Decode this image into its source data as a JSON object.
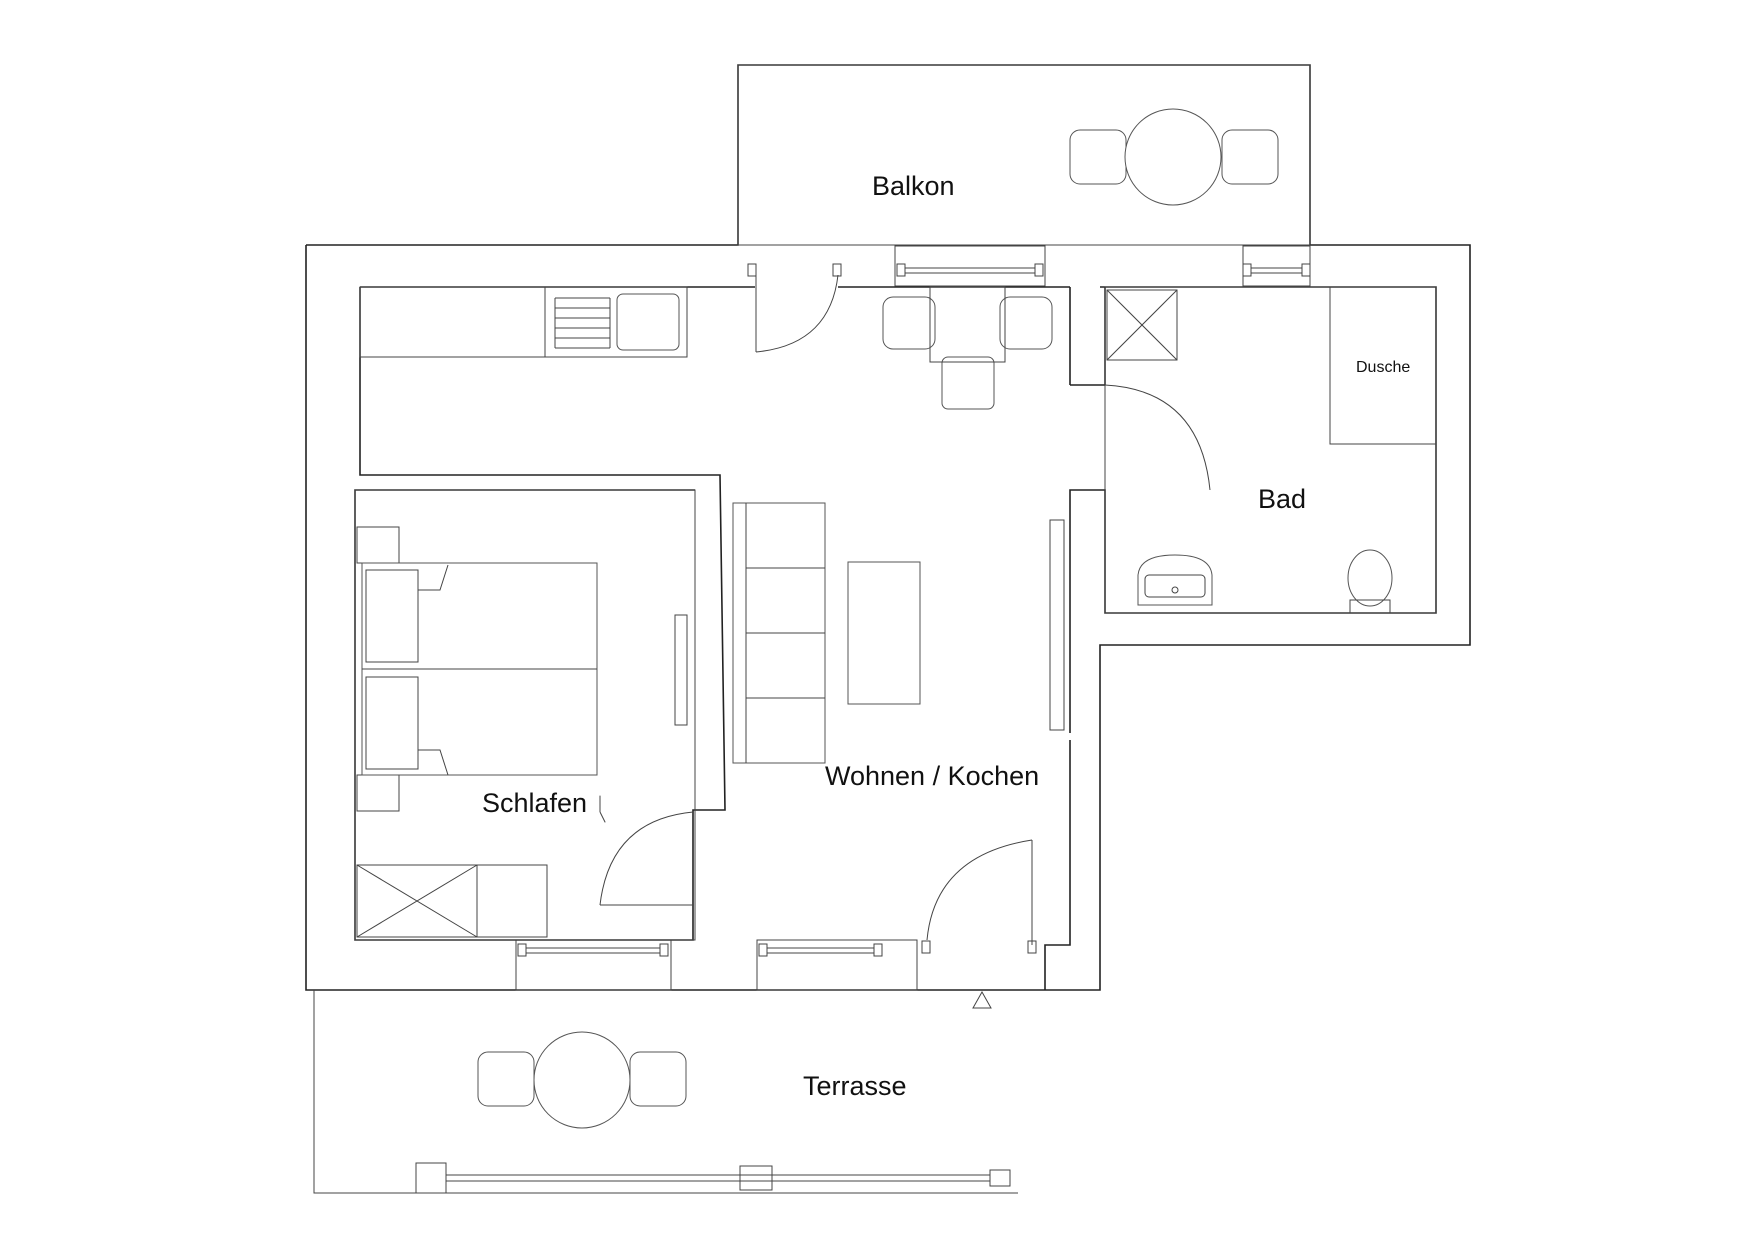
{
  "rooms": {
    "balkon": "Balkon",
    "bad": "Bad",
    "dusche": "Dusche",
    "wohnen_kochen": "Wohnen / Kochen",
    "schlafen": "Schlafen",
    "terrasse": "Terrasse"
  },
  "entrance_icon": "triangle-icon",
  "colors": {
    "line": "#222222",
    "background": "#ffffff"
  }
}
